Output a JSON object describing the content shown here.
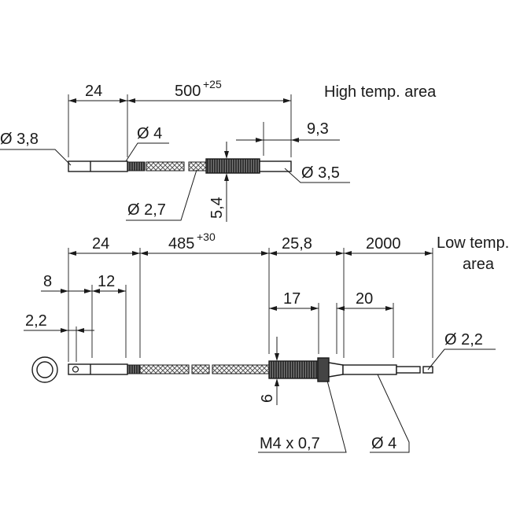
{
  "labels": {
    "high_area": "High temp. area",
    "low_area_line1": "Low temp.",
    "low_area_line2": "area",
    "top_d38": "Ø 3,8",
    "top_d4": "Ø 4",
    "top_24": "24",
    "top_500": "500",
    "top_500_tol": "+25",
    "top_93": "9,3",
    "top_d35": "Ø 3,5",
    "top_d27": "Ø 2,7",
    "top_54": "5,4",
    "bot_24": "24",
    "bot_485": "485",
    "bot_485_tol": "+30",
    "bot_258": "25,8",
    "bot_2000": "2000",
    "bot_8": "8",
    "bot_12": "12",
    "bot_17": "17",
    "bot_20": "20",
    "bot_22_left": "2,2",
    "bot_d22": "Ø 2,2",
    "bot_6": "6",
    "bot_m4": "M4 x 0,7",
    "bot_d4": "Ø 4"
  },
  "colors": {
    "line": "#1a1a1a",
    "braid": "#555555",
    "background": "#ffffff"
  }
}
